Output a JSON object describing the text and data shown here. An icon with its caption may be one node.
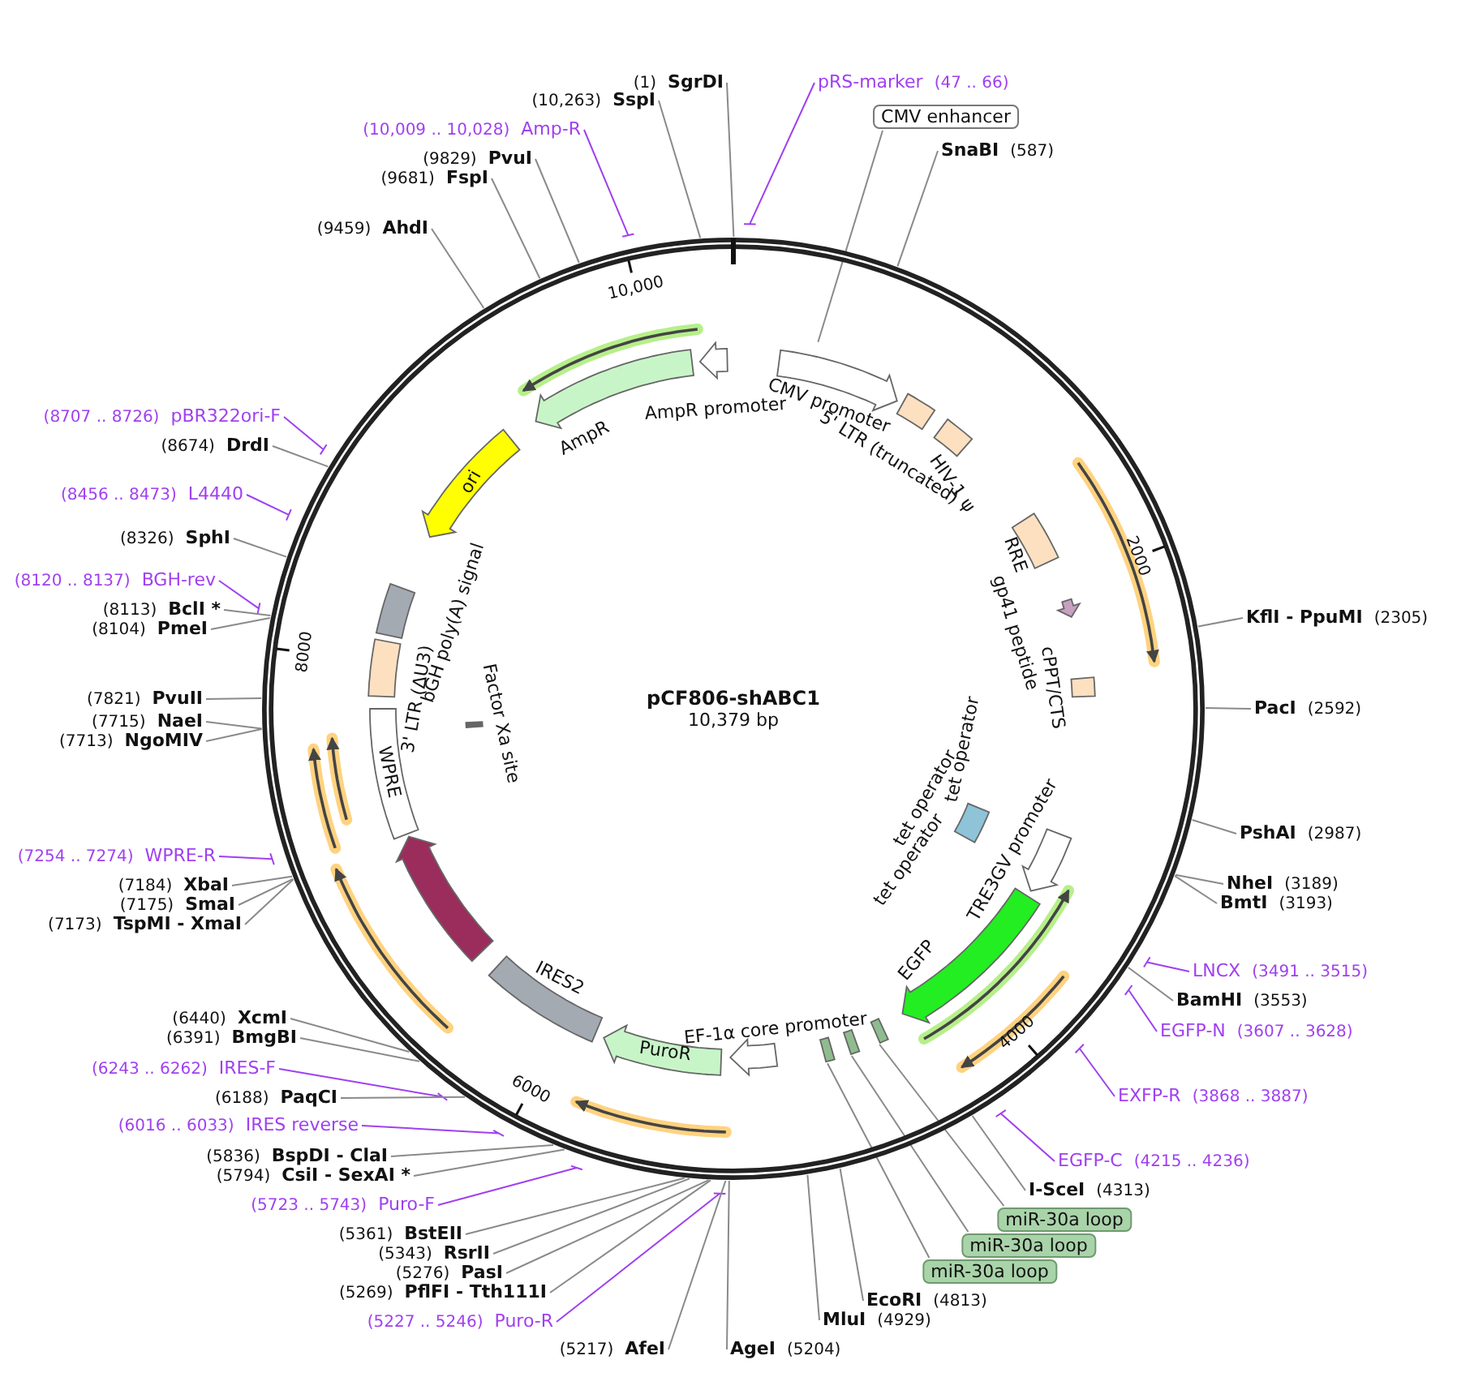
{
  "diagram": {
    "nodes": [
      {
        "text": [
          "pCF806-shABC1",
          "10,379 bp"
        ]
      },
      {
        "text": [
          "(1)",
          "SgrDI"
        ]
      },
      {
        "text": [
          "pRS-marker",
          "(47 .. 66)"
        ]
      },
      {
        "text": [
          "(10,263)",
          "SspI"
        ]
      },
      {
        "text": [
          "CMV enhancer"
        ]
      },
      {
        "text": [
          "(10,009 .. 10,028)",
          "Amp-R"
        ]
      },
      {
        "text": [
          "SnaBI",
          "(587)"
        ]
      },
      {
        "text": [
          "(9829)",
          "PvuI"
        ]
      },
      {
        "text": [
          "(9681)",
          "FspI"
        ]
      },
      {
        "text": [
          "(9459)",
          "AhdI"
        ]
      },
      {
        "text": [
          "(8707 .. 8726)",
          "pBR322ori-F"
        ]
      },
      {
        "text": [
          "(8674)",
          "DrdI"
        ]
      },
      {
        "text": [
          "(8456 .. 8473)",
          "L4440"
        ]
      },
      {
        "text": [
          "(8326)",
          "SphI"
        ]
      },
      {
        "text": [
          "(8120 .. 8137)",
          "BGH-rev"
        ]
      },
      {
        "text": [
          "(8113)",
          "BclI *"
        ]
      },
      {
        "text": [
          "(8104)",
          "PmeI"
        ]
      },
      {
        "text": [
          "KflI - PpuMI",
          "(2305)"
        ]
      },
      {
        "text": [
          "(7821)",
          "PvuII"
        ]
      },
      {
        "text": [
          "(7715)",
          "NaeI"
        ]
      },
      {
        "text": [
          "PacI",
          "(2592)"
        ]
      },
      {
        "text": [
          "(7713)",
          "NgoMIV"
        ]
      },
      {
        "text": [
          "PshAI",
          "(2987)"
        ]
      },
      {
        "text": [
          "(7254 .. 7274)",
          "WPRE-R"
        ]
      },
      {
        "text": [
          "NheI",
          "(3189)"
        ]
      },
      {
        "text": [
          "(7184)",
          "XbaI"
        ]
      },
      {
        "text": [
          "BmtI",
          "(3193)"
        ]
      },
      {
        "text": [
          "(7175)",
          "SmaI"
        ]
      },
      {
        "text": [
          "(7173)",
          "TspMI - XmaI"
        ]
      },
      {
        "text": [
          "LNCX",
          "(3491 .. 3515)"
        ]
      },
      {
        "text": [
          "BamHI",
          "(3553)"
        ]
      },
      {
        "text": [
          "(6440)",
          "XcmI"
        ]
      },
      {
        "text": [
          "EGFP-N",
          "(3607 .. 3628)"
        ]
      },
      {
        "text": [
          "(6391)",
          "BmgBI"
        ]
      },
      {
        "text": [
          "(6243 .. 6262)",
          "IRES-F"
        ]
      },
      {
        "text": [
          "EXFP-R",
          "(3868 .. 3887)"
        ]
      },
      {
        "text": [
          "(6188)",
          "PaqCI"
        ]
      },
      {
        "text": [
          "(6016 .. 6033)",
          "IRES reverse"
        ]
      },
      {
        "text": [
          "(5836)",
          "BspDI - ClaI"
        ]
      },
      {
        "text": [
          "EGFP-C",
          "(4215 .. 4236)"
        ]
      },
      {
        "text": [
          "(5794)",
          "CsiI - SexAI *"
        ]
      },
      {
        "text": [
          "I-SceI",
          "(4313)"
        ]
      },
      {
        "text": [
          "(5723 .. 5743)",
          "Puro-F"
        ]
      },
      {
        "text": [
          "miR-30a loop"
        ]
      },
      {
        "text": [
          "(5361)",
          "BstEII"
        ]
      },
      {
        "text": [
          "miR-30a loop"
        ]
      },
      {
        "text": [
          "(5343)",
          "RsrII"
        ]
      },
      {
        "text": [
          "miR-30a loop"
        ]
      },
      {
        "text": [
          "(5276)",
          "PasI"
        ]
      },
      {
        "text": [
          "(5269)",
          "PflFI - Tth111I"
        ]
      },
      {
        "text": [
          "EcoRI",
          "(4813)"
        ]
      },
      {
        "text": [
          "MluI",
          "(4929)"
        ]
      },
      {
        "text": [
          "(5227 .. 5246)",
          "Puro-R"
        ]
      },
      {
        "text": [
          "(5217)",
          "AfeI"
        ]
      },
      {
        "text": [
          "AgeI",
          "(5204)"
        ]
      },
      {
        "text": [
          "AmpR promoter"
        ],
        "in": 0
      },
      {
        "text": [
          "CMV promoter"
        ],
        "in": 0
      },
      {
        "text": [
          "AmpR"
        ],
        "in": 0
      },
      {
        "text": [
          "5' LTR (truncated)"
        ],
        "in": 0
      },
      {
        "text": [
          "HIV-1 ψ"
        ],
        "in": 0
      },
      {
        "text": [
          "ori"
        ],
        "in": 0
      },
      {
        "text": [
          "RRE"
        ],
        "in": 0
      },
      {
        "text": [
          "gp41 peptide"
        ],
        "in": 0
      },
      {
        "text": [
          "bGH poly(A) signal"
        ],
        "in": 0
      },
      {
        "text": [
          "cPPT/CTS"
        ],
        "in": 0
      },
      {
        "text": [
          "3' LTR (ΔU3)"
        ],
        "in": 0
      },
      {
        "text": [
          "Factor Xa site"
        ],
        "in": 0
      },
      {
        "text": [
          "WPRE"
        ],
        "in": 0
      },
      {
        "text": [
          "tet operator",
          "tet operator",
          "tet operator"
        ],
        "in": 0
      },
      {
        "text": [
          "TRE3GV promoter"
        ],
        "in": 0
      },
      {
        "text": [],
        "shape": "arrow",
        "in": 0
      },
      {
        "text": [
          "EGFP"
        ],
        "in": 0
      },
      {
        "text": [
          "IRES2"
        ],
        "in": 0
      },
      {
        "text": [
          "PuroR"
        ],
        "in": 0
      },
      {
        "text": [
          "EF-1α core promoter"
        ],
        "in": 0
      },
      {
        "text": [],
        "shape": "bar",
        "in": 0
      },
      {
        "text": [],
        "shape": "bar",
        "in": 0
      },
      {
        "text": [],
        "shape": "bar",
        "in": 0
      },
      {
        "text": [],
        "shape": "arrow",
        "in": 0
      },
      {
        "text": [],
        "shape": "arrow",
        "in": 0
      },
      {
        "text": [],
        "shape": "arrow",
        "in": 0
      },
      {
        "text": [],
        "shape": "arrow",
        "in": 0
      },
      {
        "text": [],
        "shape": "arrow",
        "in": 0
      },
      {
        "text": [],
        "shape": "arrow",
        "in": 0
      },
      {
        "text": [],
        "shape": "arrow",
        "in": 0
      },
      {
        "text": [],
        "shape": "arrow",
        "in": 0
      }
    ],
    "edges": [
      {
        "from": 1,
        "to": 0,
        "arrow": "none"
      },
      {
        "from": 2,
        "to": 0,
        "arrow": "none",
        "color": "#a040f0"
      },
      {
        "from": 3,
        "to": 0,
        "arrow": "none"
      },
      {
        "from": 4,
        "to": 0,
        "arrow": "none"
      },
      {
        "from": 5,
        "to": 0,
        "arrow": "none",
        "color": "#a040f0"
      },
      {
        "from": 6,
        "to": 0,
        "arrow": "none"
      },
      {
        "from": 7,
        "to": 0,
        "arrow": "none"
      },
      {
        "from": 8,
        "to": 0,
        "arrow": "none"
      },
      {
        "from": 9,
        "to": 0,
        "arrow": "none"
      },
      {
        "from": 10,
        "to": 0,
        "arrow": "none",
        "color": "#a040f0"
      },
      {
        "from": 11,
        "to": 0,
        "arrow": "none"
      },
      {
        "from": 12,
        "to": 0,
        "arrow": "none",
        "color": "#a040f0"
      },
      {
        "from": 13,
        "to": 0,
        "arrow": "none"
      },
      {
        "from": 14,
        "to": 0,
        "arrow": "none",
        "color": "#a040f0"
      },
      {
        "from": 15,
        "to": 0,
        "arrow": "none"
      },
      {
        "from": 16,
        "to": 0,
        "arrow": "none"
      },
      {
        "from": 17,
        "to": 0,
        "arrow": "none"
      },
      {
        "from": 18,
        "to": 0,
        "arrow": "none"
      },
      {
        "from": 19,
        "to": 0,
        "arrow": "none"
      },
      {
        "from": 20,
        "to": 0,
        "arrow": "none"
      },
      {
        "from": 21,
        "to": 0,
        "arrow": "none"
      },
      {
        "from": 22,
        "to": 0,
        "arrow": "none"
      },
      {
        "from": 23,
        "to": 0,
        "arrow": "none",
        "color": "#a040f0"
      },
      {
        "from": 24,
        "to": 0,
        "arrow": "none"
      },
      {
        "from": 25,
        "to": 0,
        "arrow": "none"
      },
      {
        "from": 26,
        "to": 0,
        "arrow": "none"
      },
      {
        "from": 27,
        "to": 0,
        "arrow": "none"
      },
      {
        "from": 28,
        "to": 0,
        "arrow": "none"
      },
      {
        "from": 29,
        "to": 0,
        "arrow": "none",
        "color": "#a040f0"
      },
      {
        "from": 30,
        "to": 0,
        "arrow": "none"
      },
      {
        "from": 31,
        "to": 0,
        "arrow": "none"
      },
      {
        "from": 32,
        "to": 0,
        "arrow": "none",
        "color": "#a040f0"
      },
      {
        "from": 33,
        "to": 0,
        "arrow": "none"
      },
      {
        "from": 34,
        "to": 0,
        "arrow": "none",
        "color": "#a040f0"
      },
      {
        "from": 35,
        "to": 0,
        "arrow": "none",
        "color": "#a040f0"
      },
      {
        "from": 36,
        "to": 0,
        "arrow": "none"
      },
      {
        "from": 37,
        "to": 0,
        "arrow": "none",
        "color": "#a040f0"
      },
      {
        "from": 38,
        "to": 0,
        "arrow": "none"
      },
      {
        "from": 39,
        "to": 0,
        "arrow": "none",
        "color": "#a040f0"
      },
      {
        "from": 40,
        "to": 0,
        "arrow": "none"
      },
      {
        "from": 41,
        "to": 0,
        "arrow": "none"
      },
      {
        "from": 42,
        "to": 0,
        "arrow": "none",
        "color": "#a040f0"
      },
      {
        "from": 43,
        "to": 77,
        "arrow": "none"
      },
      {
        "from": 44,
        "to": 0,
        "arrow": "none"
      },
      {
        "from": 45,
        "to": 76,
        "arrow": "none"
      },
      {
        "from": 46,
        "to": 0,
        "arrow": "none"
      },
      {
        "from": 47,
        "to": 75,
        "arrow": "none"
      },
      {
        "from": 48,
        "to": 0,
        "arrow": "none"
      },
      {
        "from": 49,
        "to": 0,
        "arrow": "none"
      },
      {
        "from": 50,
        "to": 0,
        "arrow": "none"
      },
      {
        "from": 51,
        "to": 0,
        "arrow": "none"
      },
      {
        "from": 52,
        "to": 0,
        "arrow": "none",
        "color": "#a040f0"
      },
      {
        "from": 53,
        "to": 0,
        "arrow": "none"
      },
      {
        "from": 54,
        "to": 0,
        "arrow": "none"
      }
    ],
    "labels": [
      "10,000",
      "2000",
      "8000",
      "4000",
      "6000"
    ]
  }
}
